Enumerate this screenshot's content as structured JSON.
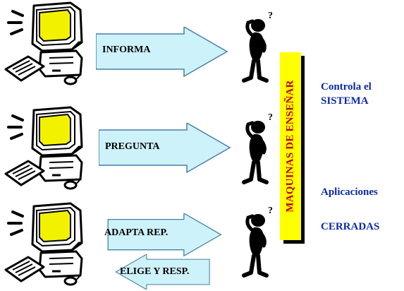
{
  "arrows": {
    "informa": "INFORMA",
    "pregunta": "PREGUNTA",
    "adapta": "ADAPTA REP.",
    "elige": "ELIGE Y RESP."
  },
  "banner": "MAQUINAS DE ENSEÑAR",
  "side": {
    "line1": "Controla el",
    "line2": "SISTEMA",
    "line3": "Aplicaciones",
    "line4": "CERRADAS"
  },
  "colors": {
    "arrow_fill": "#cdf2fa",
    "banner_fill": "#ffff00",
    "banner_text": "#c00000",
    "side_text": "#0b2aa6",
    "screen": "#f2f200"
  }
}
